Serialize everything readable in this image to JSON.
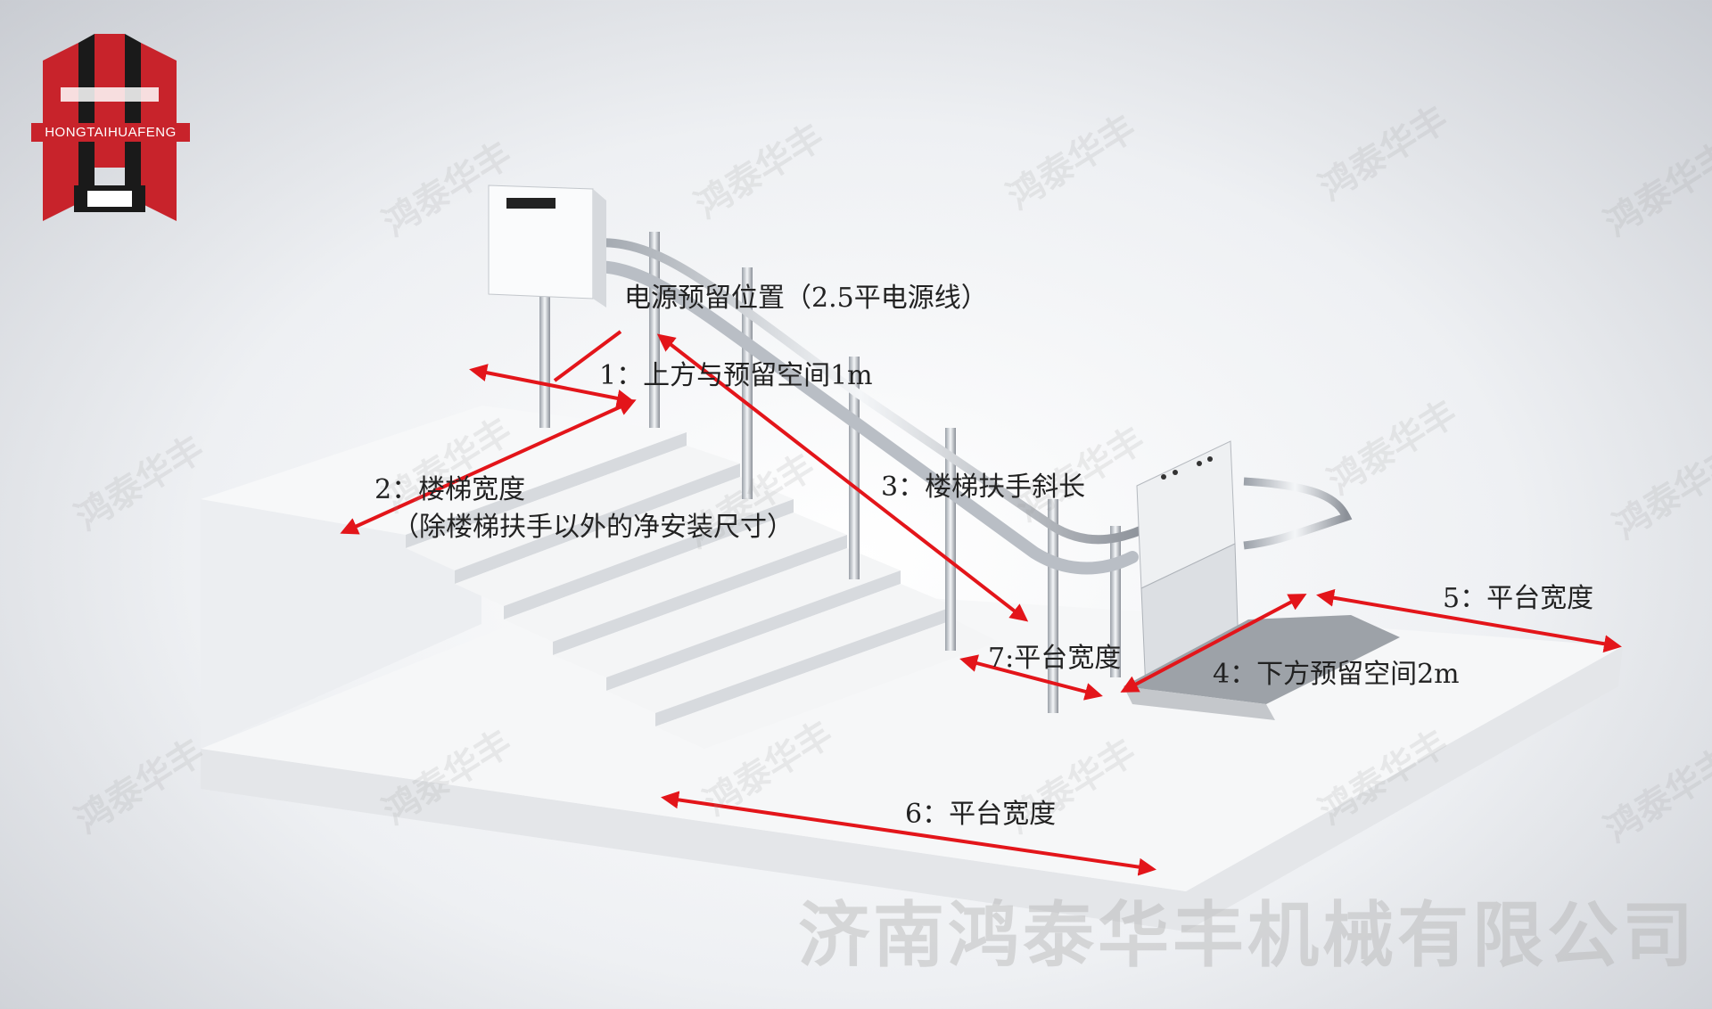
{
  "logo": {
    "brand_text": "HONGTAIHUAFENG",
    "accent": "#c8232b",
    "dark": "#1a1a1a"
  },
  "watermark": {
    "text": "鸿泰华丰"
  },
  "company_name": "济南鸿泰华丰机械有限公司",
  "annotation_color": "#e3151a",
  "labels": {
    "power": "电源预留位置（2.5平电源线）",
    "top_space": "1：上方与预留空间1m",
    "stair_width": "2：楼梯宽度",
    "stair_width_note": "（除楼梯扶手以外的净安装尺寸）",
    "rail_length": "3：楼梯扶手斜长",
    "bottom_space": "4：下方预留空间2m",
    "platform_width_5": "5：平台宽度",
    "platform_width_6": "6：平台宽度",
    "platform_width_7": "7:平台宽度"
  }
}
